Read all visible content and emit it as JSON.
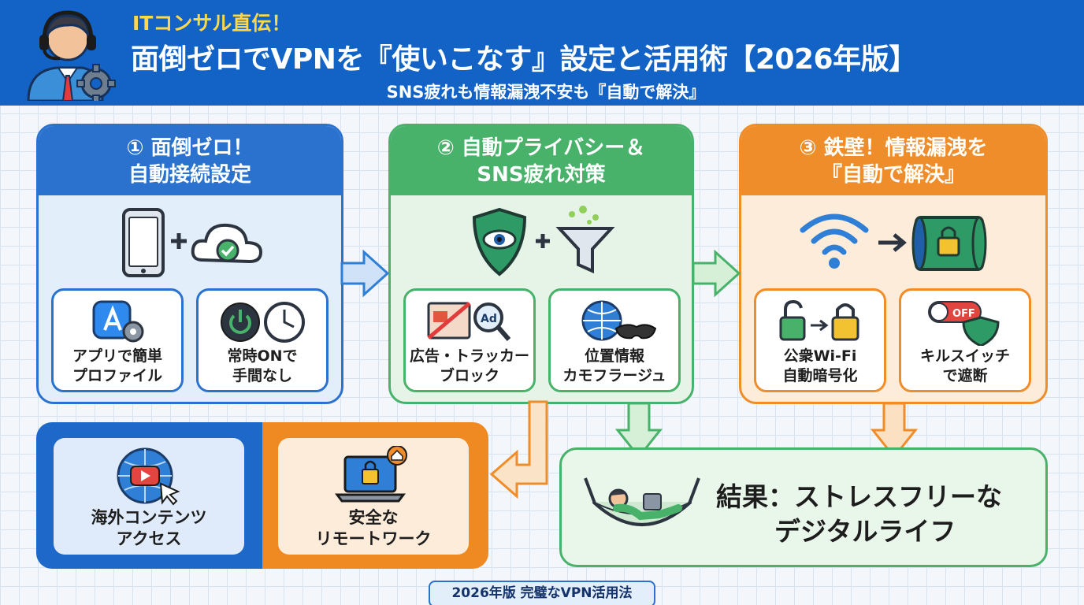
{
  "header": {
    "kicker": "ITコンサル直伝！",
    "title": "面倒ゼロでVPNを『使いこなす』設定と活用術【2026年版】",
    "tagline": "SNS疲れも情報漏洩不安も『自動で解決』"
  },
  "panels": [
    {
      "heading_line1": "① 面倒ゼロ！",
      "heading_line2": "自動接続設定",
      "cards": [
        {
          "line1": "アプリで簡単",
          "line2": "プロファイル",
          "icon": "app-store-settings-icon"
        },
        {
          "line1": "常時ONで",
          "line2": "手間なし",
          "icon": "power-clock-icon"
        }
      ]
    },
    {
      "heading_line1": "② 自動プライバシー＆",
      "heading_line2": "SNS疲れ対策",
      "cards": [
        {
          "line1": "広告・トラッカー",
          "line2": "ブロック",
          "icon": "ad-block-icon"
        },
        {
          "line1": "位置情報",
          "line2": "カモフラージュ",
          "icon": "globe-mask-icon"
        }
      ]
    },
    {
      "heading_line1": "③ 鉄壁！情報漏洩を",
      "heading_line2": "『自動で解決』",
      "cards": [
        {
          "line1": "公衆Wi-Fi",
          "line2": "自動暗号化",
          "icon": "unlock-to-lock-icon"
        },
        {
          "line1": "キルスイッチ",
          "line2": "で遮断",
          "icon": "kill-switch-icon",
          "toggle_text": "OFF"
        }
      ]
    }
  ],
  "uses": [
    {
      "line1": "海外コンテンツ",
      "line2": "アクセス",
      "icon": "globe-video-icon"
    },
    {
      "line1": "安全な",
      "line2": "リモートワーク",
      "icon": "laptop-lock-icon"
    }
  ],
  "result": {
    "line1": "結果：ストレスフリーな",
    "line2": "デジタルライフ"
  },
  "footer": "2026年版 完璧なVPN活用法",
  "colors": {
    "header": "#1363c6",
    "blue": "#2b72cf",
    "green": "#48b26a",
    "orange": "#ee8d2a",
    "kicker": "#ffd84a"
  }
}
